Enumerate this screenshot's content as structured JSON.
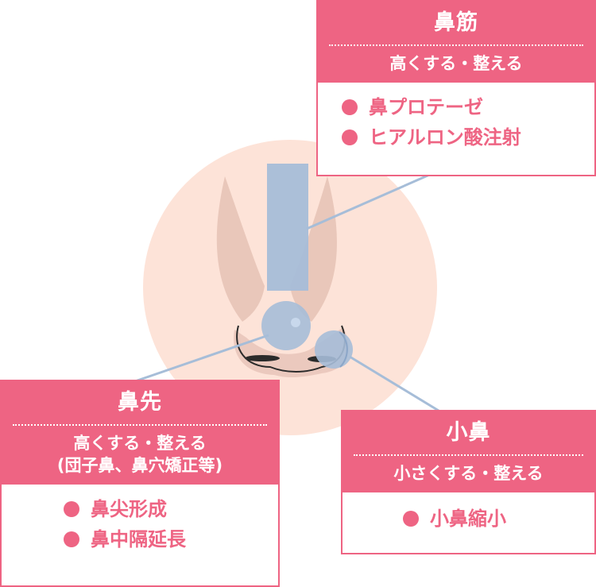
{
  "colors": {
    "accent": "#ee6483",
    "face": "#fde3d8",
    "nose_tone": "#d9b0a3",
    "marker": "#a6bdd8",
    "leader_line": "#a6bdd8"
  },
  "cards": {
    "bridge": {
      "title": "鼻筋",
      "subtitle": "高くする・整える",
      "items": [
        "鼻プロテーゼ",
        "ヒアルロン酸注射"
      ]
    },
    "tip": {
      "title": "鼻先",
      "subtitle_1": "高くする・整える",
      "subtitle_2": "(団子鼻、鼻穴矯正等)",
      "items": [
        "鼻尖形成",
        "鼻中隔延長"
      ]
    },
    "ala": {
      "title": "小鼻",
      "subtitle": "小さくする・整える",
      "items": [
        "小鼻縮小"
      ]
    }
  }
}
